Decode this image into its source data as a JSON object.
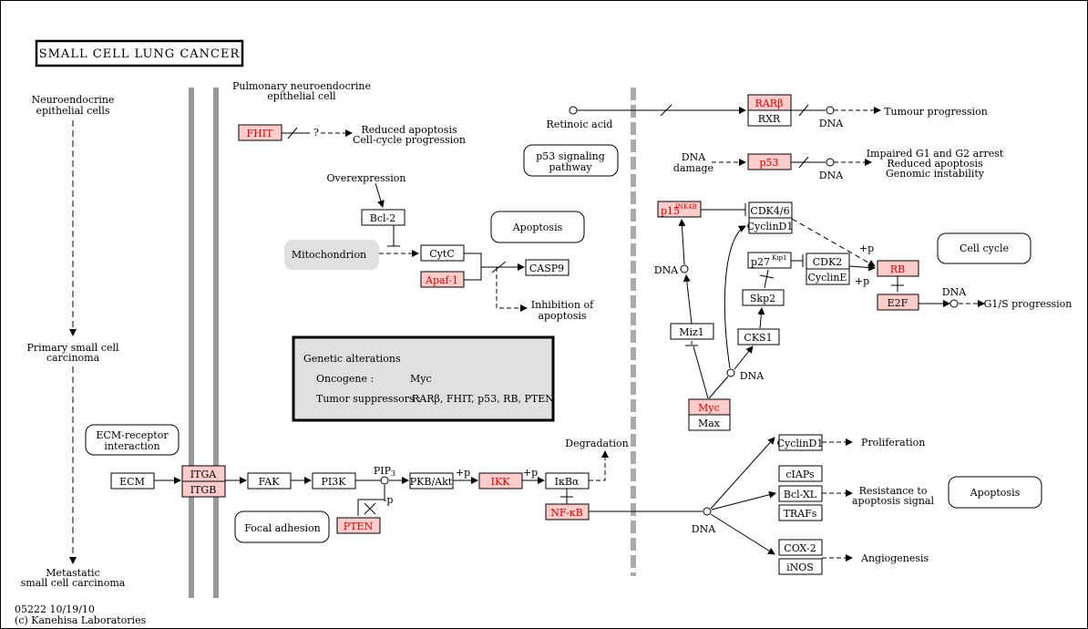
{
  "title": "SMALL CELL LUNG CANCER",
  "footer": {
    "code": "05222 10/19/10",
    "copyright": "(c) Kanehisa Laboratories"
  },
  "colors": {
    "highlight": "#ffcccc",
    "gray_bar": "#999999",
    "line": "#000000",
    "mito": "#e0e0e0",
    "alteration_box": "#e0e0e0",
    "red_text": "#cc0000"
  },
  "left_column": {
    "stage1": [
      "Neuroendocrine",
      "epithelial cells"
    ],
    "stage2": [
      "Primary small cell",
      "carcinoma"
    ],
    "stage3": [
      "Metastatic",
      "small cell carcinoma"
    ]
  },
  "cell_label": [
    "Pulmonary neuroendocrine",
    "epithelial cell"
  ],
  "pathways": {
    "ecm_receptor": [
      "ECM-receptor",
      "interaction"
    ],
    "focal_adhesion": "Focal adhesion",
    "apoptosis_mid": "Apoptosis",
    "p53_signaling": [
      "p53 signaling",
      "pathway"
    ],
    "cell_cycle": "Cell cycle",
    "apoptosis_right": "Apoptosis"
  },
  "genes": {
    "ecm": "ECM",
    "itga": "ITGA",
    "itgb": "ITGB",
    "fak": "FAK",
    "pi3k": "PI3K",
    "pkb_akt": "PKB/Akt",
    "ikk": "IKK",
    "ikba": "IκBα",
    "nfkb": "NF-κB",
    "pten": "PTEN",
    "fhit": "FHIT",
    "bcl2": "Bcl-2",
    "cytc": "CytC",
    "apaf1": "Apaf-1",
    "casp9": "CASP9",
    "rarb": "RARβ",
    "rxr": "RXR",
    "p53": "p53",
    "p15": "p15",
    "p15_sup": "INK4B",
    "cdk46": "CDK4/6",
    "cyclind1_top": "CyclinD1",
    "p27": "p27",
    "p27_sup": "Kip1",
    "cdk2": "CDK2",
    "cyclinE": "CyclinE",
    "rb": "RB",
    "e2f": "E2F",
    "skp2": "Skp2",
    "cks1": "CKS1",
    "miz1": "Miz1",
    "myc": "Myc",
    "max": "Max",
    "cyclind1_bottom": "CyclinD1",
    "ciaps": "cIAPs",
    "bclxl": "Bcl-XL",
    "trafs": "TRAFs",
    "cox2": "COX-2",
    "inos": "iNOS"
  },
  "labels": {
    "overexpression": "Overexpression",
    "mitochondrion": "Mitochondrion",
    "inhibition_of_apoptosis": [
      "Inhibition of",
      "apoptosis"
    ],
    "reduced_apoptosis_fhit": [
      "Reduced apoptosis",
      "Cell-cycle progression"
    ],
    "question": "?",
    "retinoic_acid": "Retinoic acid",
    "dna": "DNA",
    "dna_damage": [
      "DNA",
      "damage"
    ],
    "tumour_progression": "Tumour progression",
    "p53_outcomes": [
      "Impaired G1 and G2 arrest",
      "Reduced apoptosis",
      "Genomic instability"
    ],
    "g1s_progression": "G1/S progression",
    "plus_p": "+p",
    "minus_p": "-p",
    "pip3": "PIP",
    "pip3_sub": "3",
    "degradation": "Degradation",
    "proliferation": "Proliferation",
    "resistance": [
      "Resistance to",
      "apoptosis signal"
    ],
    "angiogenesis": "Angiogenesis"
  },
  "genetic_alterations": {
    "heading": "Genetic alterations",
    "oncogene_label": "Oncogene :",
    "oncogene_value": "Myc",
    "suppressor_label": "Tumor suppressors :",
    "suppressor_value": "RARβ, FHIT, p53, RB, PTEN"
  }
}
